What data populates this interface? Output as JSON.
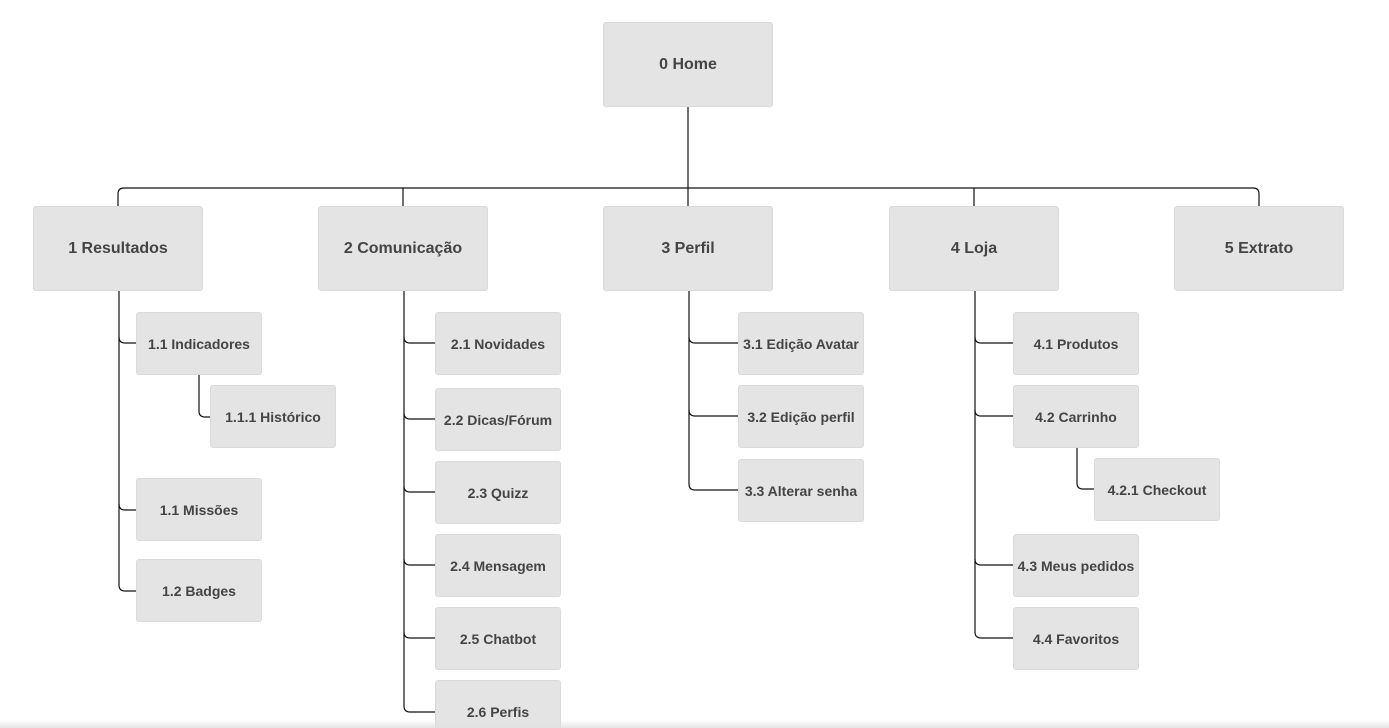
{
  "sitemap": {
    "root": {
      "label": "0 Home"
    },
    "sections": [
      {
        "label": "1 Resultados",
        "children": [
          {
            "label": "1.1 Indicadores",
            "children": [
              {
                "label": "1.1.1 Histórico"
              }
            ]
          },
          {
            "label": "1.1 Missões"
          },
          {
            "label": "1.2 Badges"
          }
        ]
      },
      {
        "label": "2 Comunicação",
        "children": [
          {
            "label": "2.1 Novidades"
          },
          {
            "label": "2.2 Dicas/Fórum"
          },
          {
            "label": "2.3 Quizz"
          },
          {
            "label": "2.4 Mensagem"
          },
          {
            "label": "2.5 Chatbot"
          },
          {
            "label": "2.6 Perfis"
          }
        ]
      },
      {
        "label": "3 Perfil",
        "children": [
          {
            "label": "3.1 Edição Avatar"
          },
          {
            "label": "3.2 Edição perfil"
          },
          {
            "label": "3.3 Alterar senha"
          }
        ]
      },
      {
        "label": "4 Loja",
        "children": [
          {
            "label": "4.1 Produtos"
          },
          {
            "label": "4.2 Carrinho",
            "children": [
              {
                "label": "4.2.1 Checkout"
              }
            ]
          },
          {
            "label": "4.3 Meus pedidos"
          },
          {
            "label": "4.4 Favoritos"
          }
        ]
      },
      {
        "label": "5 Extrato",
        "children": []
      }
    ]
  },
  "colors": {
    "node_fill": "#e4e4e4",
    "node_text": "#444444",
    "connector": "#111111"
  }
}
